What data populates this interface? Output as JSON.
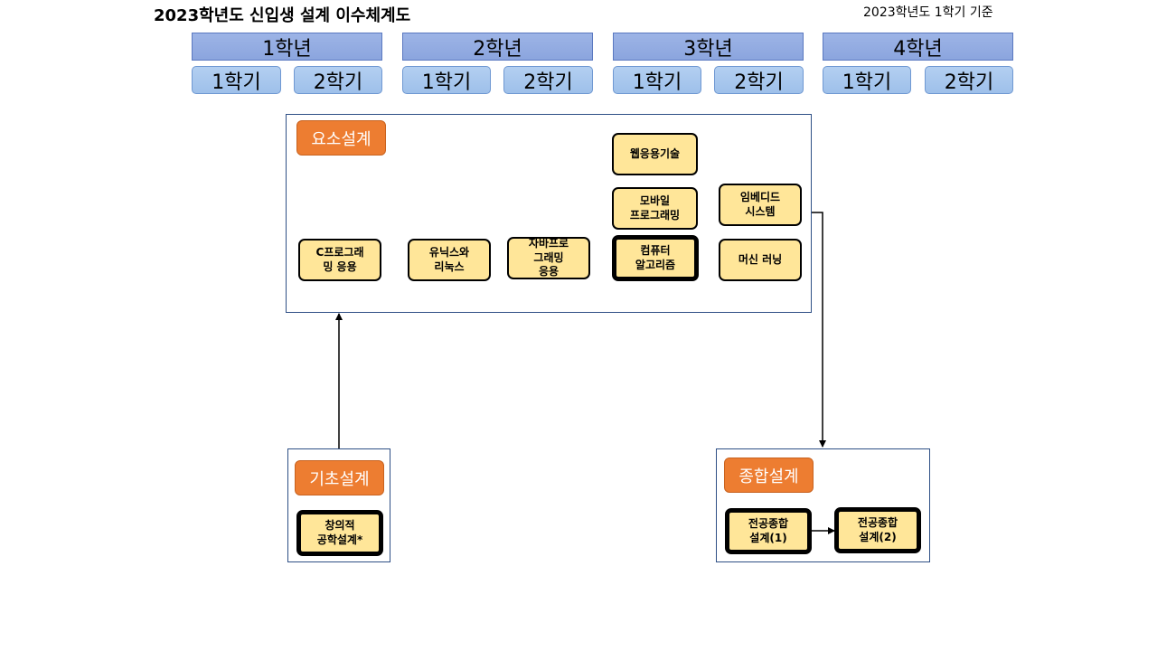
{
  "header": {
    "title": "2023학년도 신입생 설계 이수체계도",
    "basis": "2023학년도 1학기 기준"
  },
  "years": [
    {
      "label": "1학년",
      "semesters": [
        "1학기",
        "2학기"
      ]
    },
    {
      "label": "2학년",
      "semesters": [
        "1학기",
        "2학기"
      ]
    },
    {
      "label": "3학년",
      "semesters": [
        "1학기",
        "2학기"
      ]
    },
    {
      "label": "4학년",
      "semesters": [
        "1학기",
        "2학기"
      ]
    }
  ],
  "element_design": {
    "title": "요소설계",
    "courses": {
      "c_programming": "C프로그래\n밍 응용",
      "unix_linux": "유닉스와\n리눅스",
      "java": "자바프로\n그래밍\n응용",
      "web_app": "웹응용기술",
      "mobile": "모바일\n프로그래밍",
      "algorithm": "컴퓨터\n알고리즘",
      "embedded": "임베디드\n시스템",
      "machine_learning": "머신 러닝"
    }
  },
  "basic_design": {
    "title": "기초설계",
    "courses": {
      "creative": "창의적\n공학설계*"
    }
  },
  "capstone_design": {
    "title": "종합설계",
    "courses": {
      "capstone1": "전공종합\n설계(1)",
      "capstone2": "전공종합\n설계(2)"
    }
  }
}
